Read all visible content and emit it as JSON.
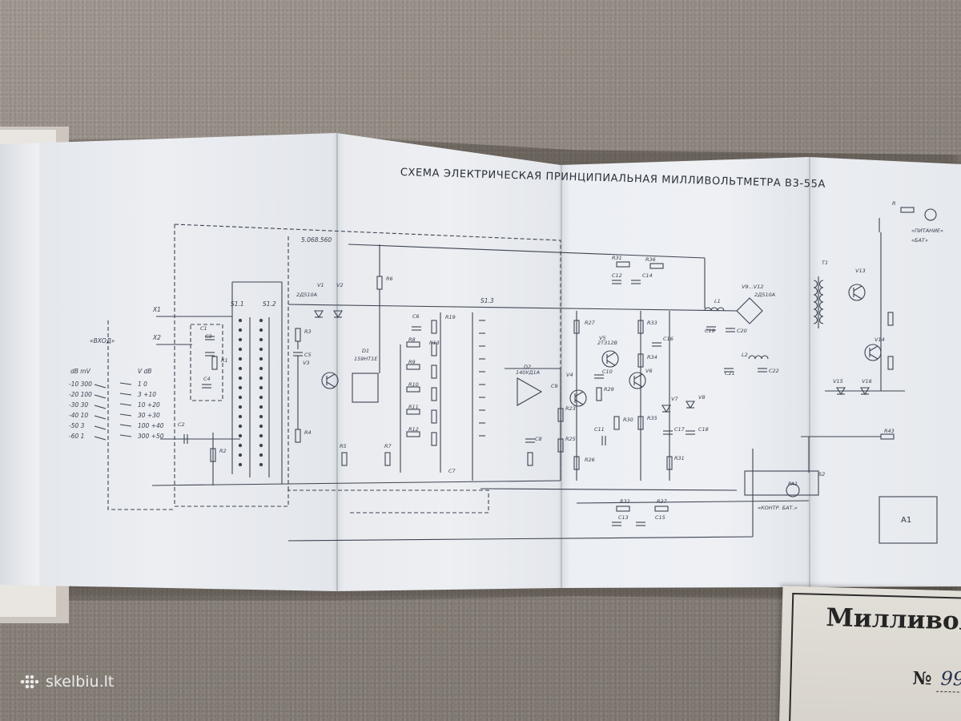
{
  "schematic": {
    "title": "СХЕМА ЭЛЕКТРИЧЕСКАЯ ПРИНЦИПИАЛЬНАЯ МИЛЛИВОЛЬТМЕТРА В3-55А",
    "input_label": "«ВХОД»",
    "range_headers": {
      "db_mv": "dB   mV",
      "v_db": "V    dB"
    },
    "ranges_left": [
      "-10  300",
      "-20  100",
      "-30   30",
      "-40   10",
      "-50    3",
      "-60    1"
    ],
    "ranges_right": [
      "1     0",
      "3   +10",
      "10  +20",
      "30  +30",
      "100 +40",
      "300 +50"
    ],
    "components": [
      {
        "id": "X1",
        "label": "X1"
      },
      {
        "id": "X2",
        "label": "X2"
      },
      {
        "id": "C1",
        "label": "C1"
      },
      {
        "id": "C3",
        "label": "C3"
      },
      {
        "id": "C4",
        "label": "C4"
      },
      {
        "id": "R1",
        "label": "R1"
      },
      {
        "id": "C2",
        "label": "C2"
      },
      {
        "id": "R2",
        "label": "R2"
      },
      {
        "id": "S1.1",
        "label": "S1.1"
      },
      {
        "id": "S1.2",
        "label": "S1.2"
      },
      {
        "id": "R3",
        "label": "R3"
      },
      {
        "id": "C5",
        "label": "C5"
      },
      {
        "id": "V3",
        "label": "V3"
      },
      {
        "id": "V1",
        "label": "V1"
      },
      {
        "id": "V2",
        "label": "V2"
      },
      {
        "id": "R4",
        "label": "R4"
      },
      {
        "id": "R5",
        "label": "R5"
      },
      {
        "id": "D1",
        "label": "D1"
      },
      {
        "id": "R6",
        "label": "R6"
      },
      {
        "id": "R7",
        "label": "R7"
      },
      {
        "id": "C6",
        "label": "C6"
      },
      {
        "id": "R8",
        "label": "R8"
      },
      {
        "id": "R9",
        "label": "R9"
      },
      {
        "id": "R10",
        "label": "R10"
      },
      {
        "id": "R11",
        "label": "R11"
      },
      {
        "id": "R12",
        "label": "R12"
      },
      {
        "id": "R13",
        "label": "R13"
      },
      {
        "id": "R19",
        "label": "R19"
      },
      {
        "id": "C7",
        "label": "C7"
      },
      {
        "id": "S1.3",
        "label": "S1.3"
      },
      {
        "id": "D2",
        "label": "D2"
      },
      {
        "id": "C8",
        "label": "C8"
      },
      {
        "id": "C9",
        "label": "C9"
      },
      {
        "id": "R23",
        "label": "R23"
      },
      {
        "id": "R25",
        "label": "R25"
      },
      {
        "id": "V4",
        "label": "V4"
      },
      {
        "id": "R26",
        "label": "R26"
      },
      {
        "id": "R27",
        "label": "R27"
      },
      {
        "id": "V5",
        "label": "V5"
      },
      {
        "id": "C10",
        "label": "C10"
      },
      {
        "id": "R29",
        "label": "R29"
      },
      {
        "id": "C11",
        "label": "C11"
      },
      {
        "id": "R30",
        "label": "R30"
      },
      {
        "id": "R31",
        "label": "R31"
      },
      {
        "id": "R33",
        "label": "R33"
      },
      {
        "id": "C16",
        "label": "C16"
      },
      {
        "id": "R34",
        "label": "R34"
      },
      {
        "id": "V6",
        "label": "V6"
      },
      {
        "id": "V7",
        "label": "V7"
      },
      {
        "id": "V8",
        "label": "V8"
      },
      {
        "id": "R35",
        "label": "R35"
      },
      {
        "id": "C17",
        "label": "C17"
      },
      {
        "id": "C18",
        "label": "C18"
      },
      {
        "id": "R36",
        "label": "R36"
      },
      {
        "id": "C12",
        "label": "C12"
      },
      {
        "id": "C14",
        "label": "C14"
      },
      {
        "id": "L1",
        "label": "L1"
      },
      {
        "id": "C19",
        "label": "C19"
      },
      {
        "id": "C20",
        "label": "C20"
      },
      {
        "id": "L2",
        "label": "L2"
      },
      {
        "id": "C21",
        "label": "C21"
      },
      {
        "id": "C22",
        "label": "C22"
      },
      {
        "id": "V9..V12",
        "label": "V9...V12"
      },
      {
        "id": "T1",
        "label": "T1"
      },
      {
        "id": "V13",
        "label": "V13"
      },
      {
        "id": "V14",
        "label": "V14"
      },
      {
        "id": "V15",
        "label": "V15"
      },
      {
        "id": "V16",
        "label": "V16"
      },
      {
        "id": "R43",
        "label": "R43"
      },
      {
        "id": "PA1",
        "label": "PA1"
      },
      {
        "id": "R32",
        "label": "R32"
      },
      {
        "id": "R37",
        "label": "R37"
      },
      {
        "id": "C13",
        "label": "C13"
      },
      {
        "id": "C15",
        "label": "C15"
      },
      {
        "id": "S2",
        "label": "S2"
      },
      {
        "id": "A1",
        "label": "A1"
      }
    ],
    "labels": {
      "power": "«ПИТАНИЕ»",
      "battery": "«БАТ»",
      "check_battery": "«КОНТР. БАТ.»",
      "a1": "A1",
      "d1_part": "159НТ1Е",
      "d2_part": "140УД1А",
      "diode_part": "2Д510А",
      "trans_part": "2Т312В",
      "ref": "5.068.560"
    }
  },
  "document": {
    "title": "Милливол",
    "number_prefix": "№",
    "number": "99"
  },
  "watermark": {
    "text": "skelbiu.lt"
  },
  "colors": {
    "paper": "#eceff3",
    "ink": "#3a4250",
    "carpet": "#8f8880"
  }
}
